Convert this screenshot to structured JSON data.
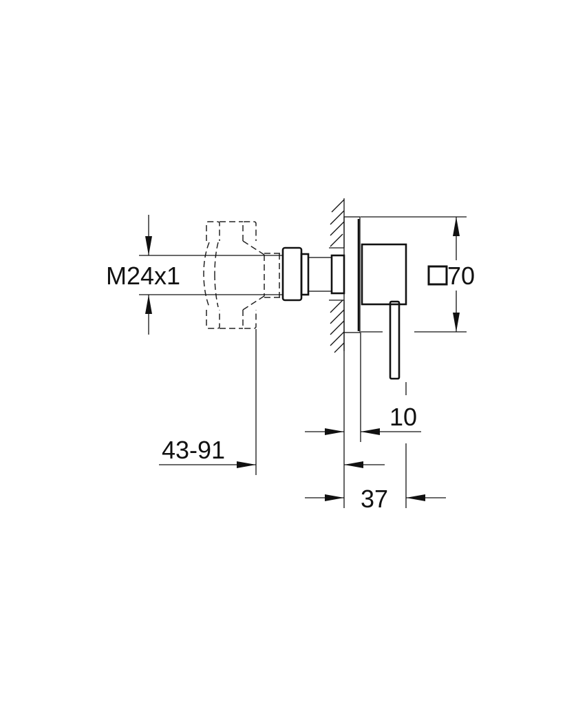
{
  "drawing": {
    "type": "technical-drawing",
    "subject": "concealed single-lever shower mixer, side view",
    "line_color": "#111111",
    "background": "#ffffff"
  },
  "dimensions": {
    "thread": "M24x1",
    "plate_size": "70",
    "plate_size_symbol": "square",
    "install_depth": "43-91",
    "plate_thickness": "10",
    "projection": "37"
  }
}
